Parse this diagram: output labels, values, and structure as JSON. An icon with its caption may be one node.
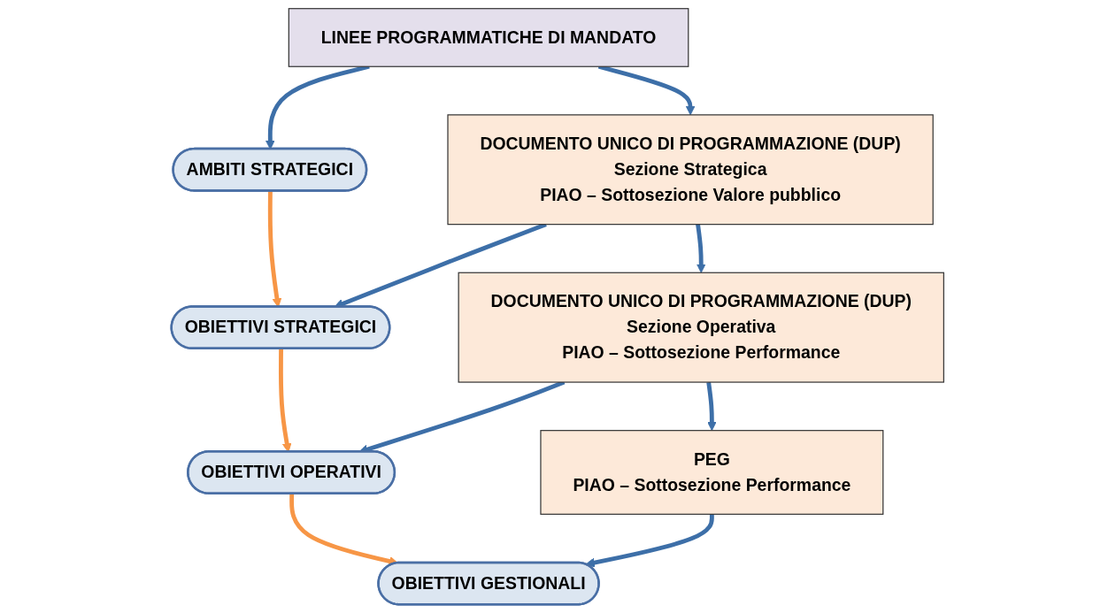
{
  "diagram": {
    "nodes": [
      {
        "text": [
          "LINEE PROGRAMMATICHE DI MANDATO"
        ]
      },
      {
        "text": [
          "AMBITI STRATEGICI"
        ]
      },
      {
        "text": [
          "DOCUMENTO UNICO DI PROGRAMMAZIONE (DUP)",
          "Sezione Strategica",
          "PIAO – Sottosezione Valore pubblico"
        ]
      },
      {
        "text": [
          "OBIETTIVI STRATEGICI"
        ]
      },
      {
        "text": [
          "DOCUMENTO UNICO DI PROGRAMMAZIONE (DUP)",
          "Sezione Operativa",
          "PIAO – Sottosezione Performance"
        ]
      },
      {
        "text": [
          "OBIETTIVI OPERATIVI"
        ]
      },
      {
        "text": [
          "PEG",
          "PIAO – Sottosezione Performance"
        ]
      },
      {
        "text": [
          "OBIETTIVI GESTIONALI"
        ]
      }
    ],
    "edges": [
      {
        "from": 0,
        "to": 1,
        "arrow": "to"
      },
      {
        "from": 0,
        "to": 2,
        "arrow": "to"
      },
      {
        "from": 1,
        "to": 3,
        "arrow": "to",
        "color": "#f79646"
      },
      {
        "from": 2,
        "to": 3,
        "arrow": "to"
      },
      {
        "from": 2,
        "to": 4,
        "arrow": "to"
      },
      {
        "from": 3,
        "to": 5,
        "arrow": "to",
        "color": "#f79646"
      },
      {
        "from": 4,
        "to": 5,
        "arrow": "to"
      },
      {
        "from": 4,
        "to": 6,
        "arrow": "to"
      },
      {
        "from": 5,
        "to": 7,
        "arrow": "to",
        "color": "#f79646"
      },
      {
        "from": 6,
        "to": 7,
        "arrow": "to"
      }
    ]
  }
}
